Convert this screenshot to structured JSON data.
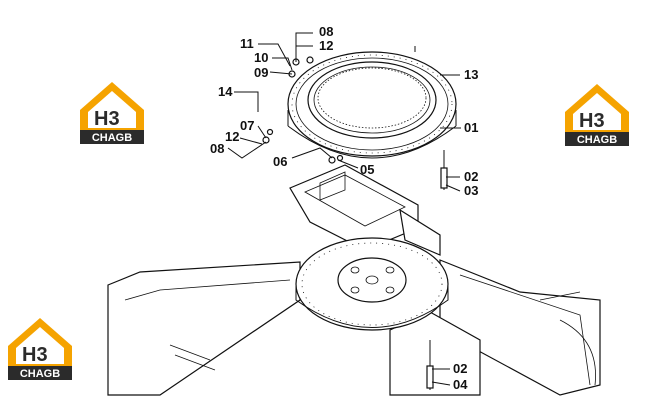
{
  "logos": [
    {
      "text": "CHAGB",
      "mark": "H3"
    },
    {
      "text": "CHAGB",
      "mark": "H3"
    },
    {
      "text": "CHAGB",
      "mark": "H3"
    }
  ],
  "callouts": {
    "c08a": "08",
    "c12a": "12",
    "c11": "11",
    "c10": "10",
    "c09": "09",
    "c13": "13",
    "c14": "14",
    "c01": "01",
    "c07": "07",
    "c12b": "12",
    "c08b": "08",
    "c06": "06",
    "c05": "05",
    "c02a": "02",
    "c03": "03",
    "c02b": "02",
    "c04": "04"
  },
  "colors": {
    "logo_orange": "#f5a300",
    "logo_dark": "#2b2b2b",
    "ink": "#111111"
  }
}
